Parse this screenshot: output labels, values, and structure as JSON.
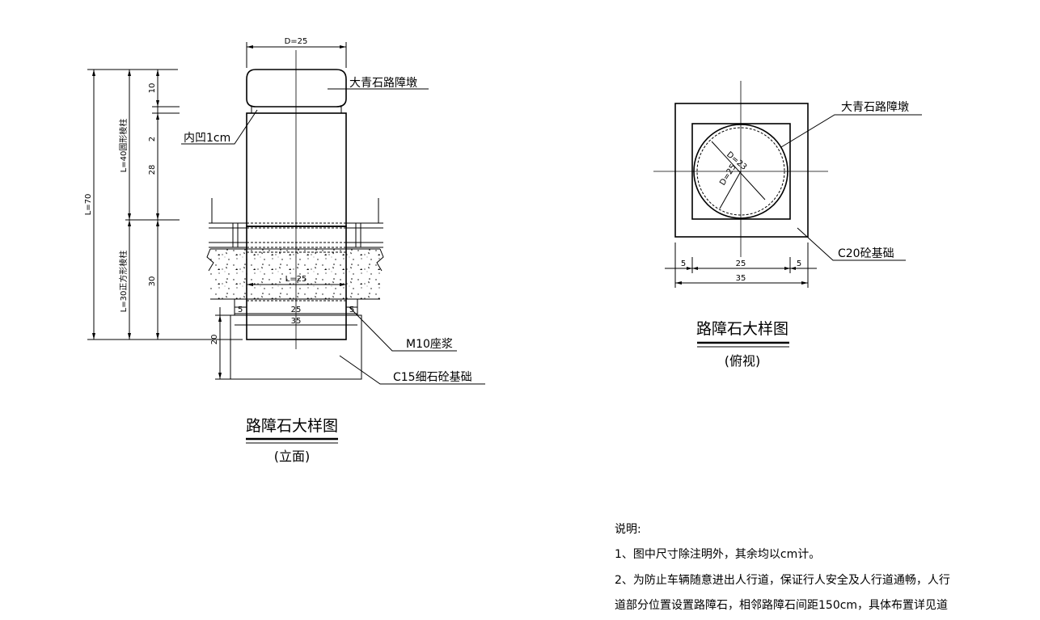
{
  "elevation": {
    "top_dim": "D=25",
    "lbl_stone": "大青石路障墩",
    "lbl_recess": "内凹1cm",
    "lbl_mortar": "M10座浆",
    "lbl_found": "C15细石砼基础",
    "dim_L70": "L=70",
    "dim_L40": "L=40圆形棱柱",
    "dim_L30": "L=30正方形棱柱",
    "dim_10": "10",
    "dim_2": "2",
    "dim_28": "28",
    "dim_30": "30",
    "dim_20": "20",
    "inner_L25": "L=25",
    "inner_5a": "5",
    "inner_25": "25",
    "inner_5b": "5",
    "inner_35": "35",
    "title": "路障石大样图",
    "subtitle": "(立面)"
  },
  "plan": {
    "lbl_stone": "大青石路障墩",
    "lbl_found": "C20砼基础",
    "d23": "D=23",
    "d25": "D=25",
    "dim_5a": "5",
    "dim_25": "25",
    "dim_5b": "5",
    "dim_35": "35",
    "title": "路障石大样图",
    "subtitle": "(俯视)"
  },
  "notes": {
    "heading": "说明:",
    "line1": "1、图中尺寸除注明外，其余均以cm计。",
    "line2": "2、为防止车辆随意进出人行道，保证行人安全及人行道通畅，人行",
    "line3": "道部分位置设置路障石，相邻路障石间距150cm，具体布置详见道"
  }
}
